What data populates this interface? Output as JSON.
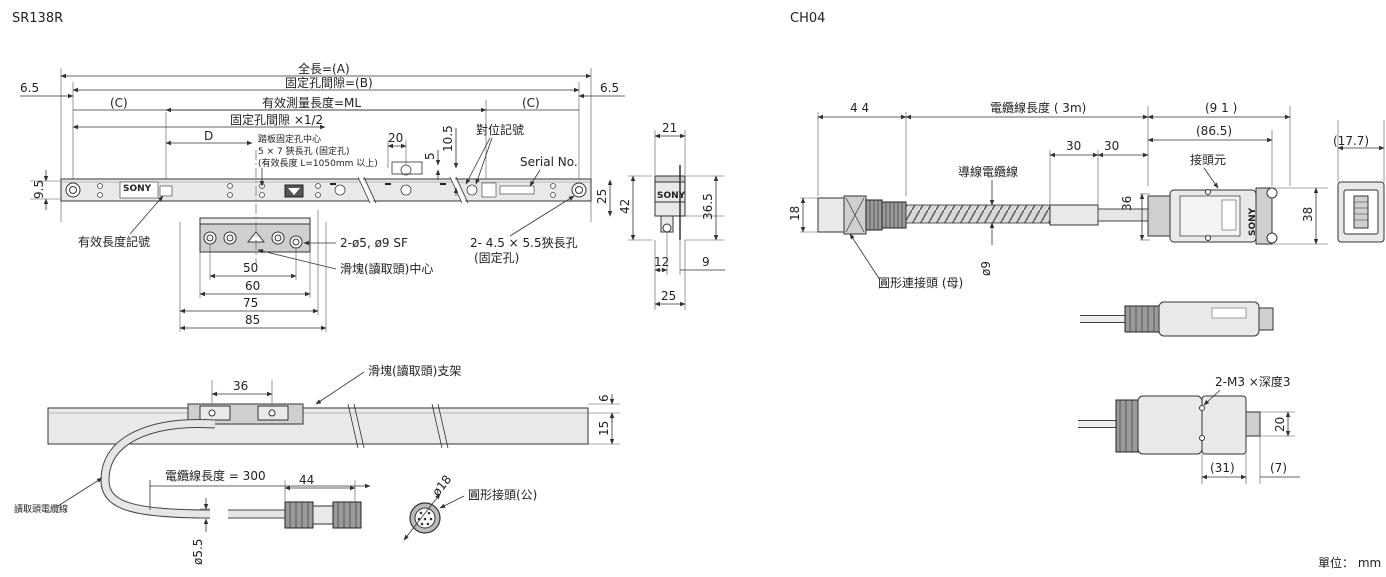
{
  "titles": {
    "left": "SR138R",
    "right": "CH04"
  },
  "unit_note": "單位： mm",
  "scale_top": {
    "total_length": "全長=(A)",
    "hole_pitch": "固定孔間隙=(B)",
    "measuring_length": "有效測量長度=ML",
    "c_left": "(C)",
    "c_right": "(C)",
    "half_pitch": "固定孔間隙 ×1/2",
    "d": "D",
    "overhang_left": "6.5",
    "overhang_right": "6.5",
    "dim_20": "20",
    "dim_5": "5",
    "dim_10_5": "10.5",
    "dim_9_5": "9.5",
    "alignment_mark": "對位記號",
    "serial_no": "Serial No.",
    "effective_length_mark": "有效長度記號",
    "base_hole_1": "踏板固定孔中心",
    "base_hole_2": "5 × 7 狹長孔 (固定孔)",
    "base_hole_3": "(有效長度 L=1050mm 以上)",
    "holes_2": "2-ø5, ø9 SF",
    "slots": "2- 4.5 × 5.5狹長孔",
    "slots_note": "(固定孔)",
    "slider_center": "滑塊(讀取頭)中心",
    "dim_50": "50",
    "dim_60": "60",
    "dim_75": "75",
    "dim_85": "85"
  },
  "scale_side": {
    "dim_21": "21",
    "dim_25a": "25",
    "dim_42": "42",
    "dim_36_5": "36.5",
    "dim_12": "12",
    "dim_9": "9",
    "dim_25b": "25",
    "logo": "SONY"
  },
  "scale_bottom": {
    "slider_bracket": "滑塊(讀取頭)支架",
    "dim_36": "36",
    "dim_6": "6",
    "dim_15": "15",
    "cable_length": "電纜線長度 = 300",
    "dim_44": "44",
    "head_cable": "讀取頭電纜線",
    "dim_5_5": "ø5.5",
    "round_connector_male": "圓形接頭(公)",
    "dia_18": "ø18"
  },
  "ch04": {
    "dim_44": "4 4",
    "cable_length": "電纜線長度 ( 3m)",
    "dim_91": "(9 1 )",
    "dim_86_5": "(86.5)",
    "dim_17_7": "(17.7)",
    "dim_30a": "30",
    "dim_30b": "30",
    "conductor": "導線電纜線",
    "connector": "接頭元",
    "dim_18": "18",
    "dim_36": "36",
    "dim_38": "38",
    "dim_9": "ø9",
    "round_connector_female": "圓形連接頭 (母)",
    "logo": "SONY",
    "screws": "2-M3 ×深度3",
    "dim_20": "20",
    "dim_31": "(31)",
    "dim_7": "(7)"
  }
}
